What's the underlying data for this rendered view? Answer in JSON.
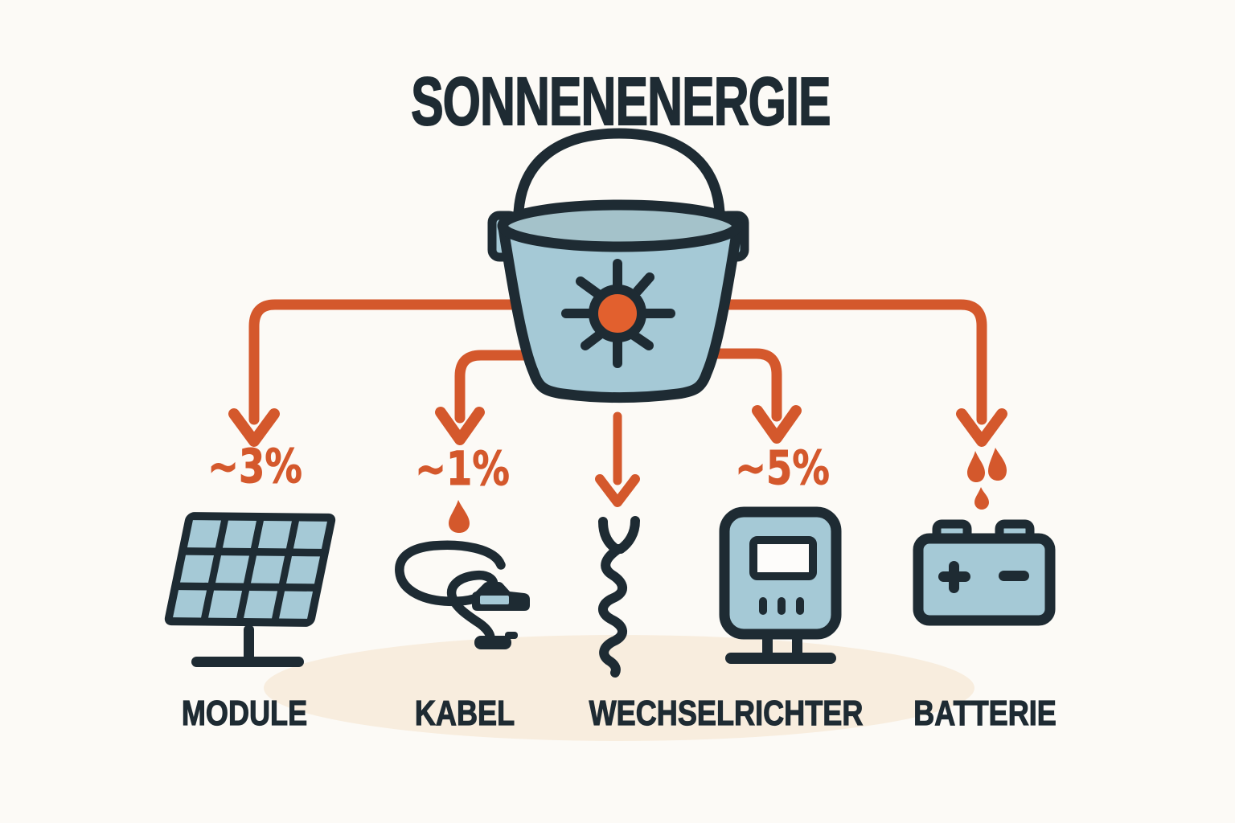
{
  "title": "SONNENENERGIE",
  "bucket": {
    "symbol": "sun-icon",
    "description_icons": [
      "bucket-icon",
      "bucket-handle",
      "sun-icon"
    ]
  },
  "branches": [
    {
      "id": "module",
      "loss_label": "~3%",
      "component_label": "MODULE",
      "icon": "solar-panel-icon"
    },
    {
      "id": "kabel",
      "loss_label": "~1%",
      "component_label": "KABEL",
      "icon": "cable-plug-icon"
    },
    {
      "id": "wire",
      "loss_label": "",
      "component_label": "",
      "icon": "wire-squiggle-icon"
    },
    {
      "id": "wechselrichter",
      "loss_label": "~5%",
      "component_label": "WECHSELRICHTER",
      "icon": "inverter-icon"
    },
    {
      "id": "batterie",
      "loss_label": "",
      "component_label": "BATTERIE",
      "icon": "battery-icon"
    }
  ],
  "colors": {
    "background": "#fcfaf6",
    "ink": "#1e2b33",
    "accent_orange": "#d4582c",
    "sun_orange": "#e2602e",
    "fill_blue": "#a5c9d6",
    "rim_blue": "#a4c2ca",
    "ground_peach": "#f8edde",
    "display_white": "#fdfcfa"
  }
}
